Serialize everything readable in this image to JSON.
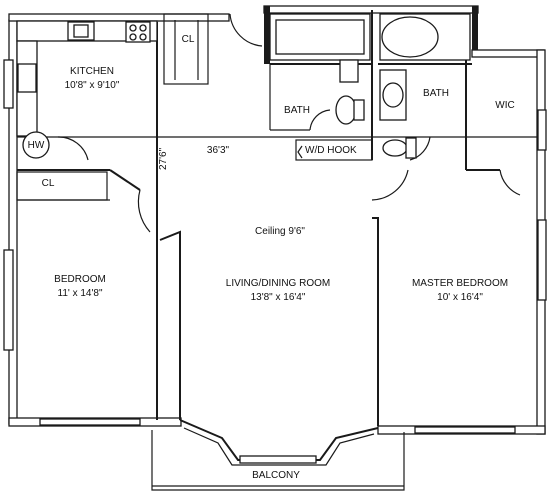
{
  "rooms": {
    "kitchen": {
      "name": "KITCHEN",
      "size": "10'8\" x 9'10\""
    },
    "kitchen_closet": {
      "name": "CL"
    },
    "bath_left": {
      "name": "BATH"
    },
    "bath_right": {
      "name": "BATH"
    },
    "wic": {
      "name": "WIC"
    },
    "water_heater": {
      "name": "HW"
    },
    "hall_closet": {
      "name": "CL"
    },
    "wd_hook": {
      "name": "W/D HOOK"
    },
    "bedroom": {
      "name": "BEDROOM",
      "size": "11' x 14'8\""
    },
    "living": {
      "name": "LIVING/DINING ROOM",
      "size": "13'8\" x 16'4\""
    },
    "master": {
      "name": "MASTER BEDROOM",
      "size": "10' x 16'4\""
    },
    "balcony": {
      "name": "BALCONY"
    }
  },
  "dimensions": {
    "width": "36'3\"",
    "depth": "27'6\"",
    "ceiling": "Ceiling 9'6\""
  }
}
